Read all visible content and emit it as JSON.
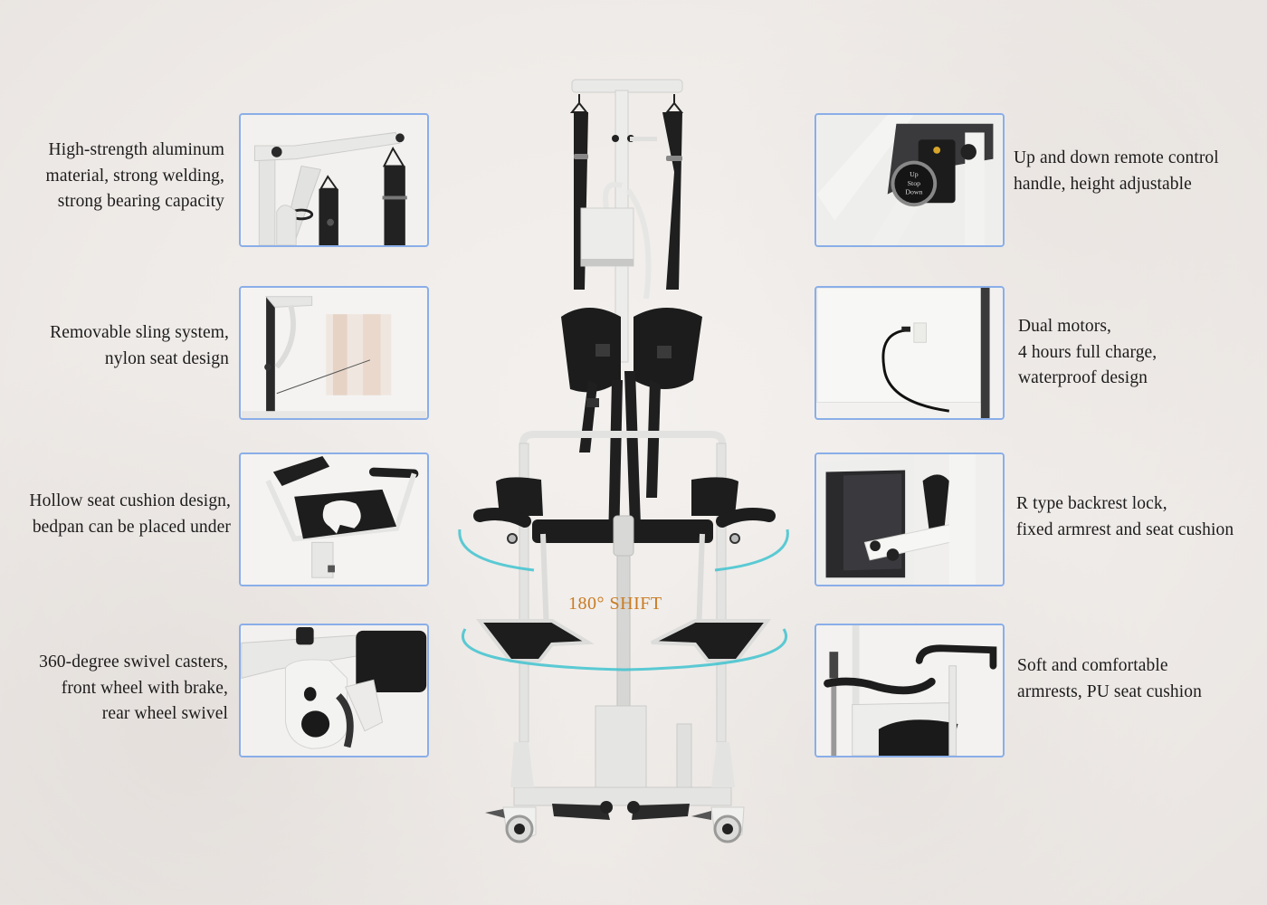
{
  "left_features": [
    {
      "lines": [
        "High-strength aluminum",
        "material, strong welding,",
        "strong bearing capacity"
      ],
      "thumbnail": "top-frame-hooks"
    },
    {
      "lines": [
        "Removable sling system,",
        "nylon seat design"
      ],
      "thumbnail": "sling-attachment"
    },
    {
      "lines": [
        "Hollow seat cushion design,",
        "bedpan can be placed under"
      ],
      "thumbnail": "hollow-seat"
    },
    {
      "lines": [
        "360-degree swivel casters,",
        "front wheel with brake,",
        "rear wheel swivel"
      ],
      "thumbnail": "caster-wheel"
    }
  ],
  "right_features": [
    {
      "lines": [
        "Up and down remote control",
        "handle, height adjustable"
      ],
      "thumbnail": "remote-control"
    },
    {
      "lines": [
        "Dual motors,",
        "4 hours full charge,",
        "waterproof design"
      ],
      "thumbnail": "motor-box-cable"
    },
    {
      "lines": [
        "R type backrest lock,",
        "fixed armrest and seat cushion"
      ],
      "thumbnail": "backrest-lock"
    },
    {
      "lines": [
        "Soft and comfortable",
        "armrests, PU seat cushion"
      ],
      "thumbnail": "armrests"
    }
  ],
  "product": {
    "shift_label": "180° SHIFT",
    "remote_buttons": [
      "Up",
      "Stop",
      "Down"
    ]
  },
  "colors": {
    "thumb_border": "#8aaee8",
    "shift_text": "#c97b22",
    "rotation_arc": "#3fc3cf",
    "frame": "#e6e6e4",
    "strap": "#1f1f1f"
  }
}
